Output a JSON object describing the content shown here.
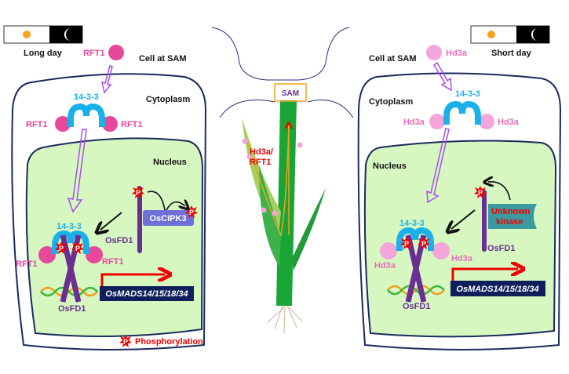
{
  "left_panel": {
    "photoperiod": "Long day",
    "signal": "RFT1",
    "cell_label": "Cell at SAM",
    "cytoplasm_label": "Cytoplasm",
    "nucleus_label": "Nucleus",
    "adaptor": "14-3-3",
    "tf": "OsFD1",
    "kinase": "OsCIPK3",
    "target_genes": "OsMADS14/15/18/34"
  },
  "center_panel": {
    "sam_label": "SAM",
    "leaf_signal_line1": "Hd3a/",
    "leaf_signal_line2": "RFT1"
  },
  "right_panel": {
    "photoperiod": "Short day",
    "signal": "Hd3a",
    "cell_label": "Cell at SAM",
    "cytoplasm_label": "Cytoplasm",
    "nucleus_label": "Nucleus",
    "adaptor": "14-3-3",
    "tf": "OsFD1",
    "kinase_line1": "Unknown",
    "kinase_line2": "kinase",
    "target_genes": "OsMADS14/15/18/34"
  },
  "legend": {
    "badge": "P",
    "label": "Phosphorylation"
  },
  "colors": {
    "rft1": "#e8489a",
    "hd3a": "#f4a6dc",
    "adaptor": "#1ab0ea",
    "osfd1": "#6b2f94",
    "nucleus": "#d6f7c0",
    "membrane": "#1a2a5e",
    "gene_box": "#0e1f5c",
    "arrow_purple": "#a64df0",
    "activation": "#e00000"
  }
}
